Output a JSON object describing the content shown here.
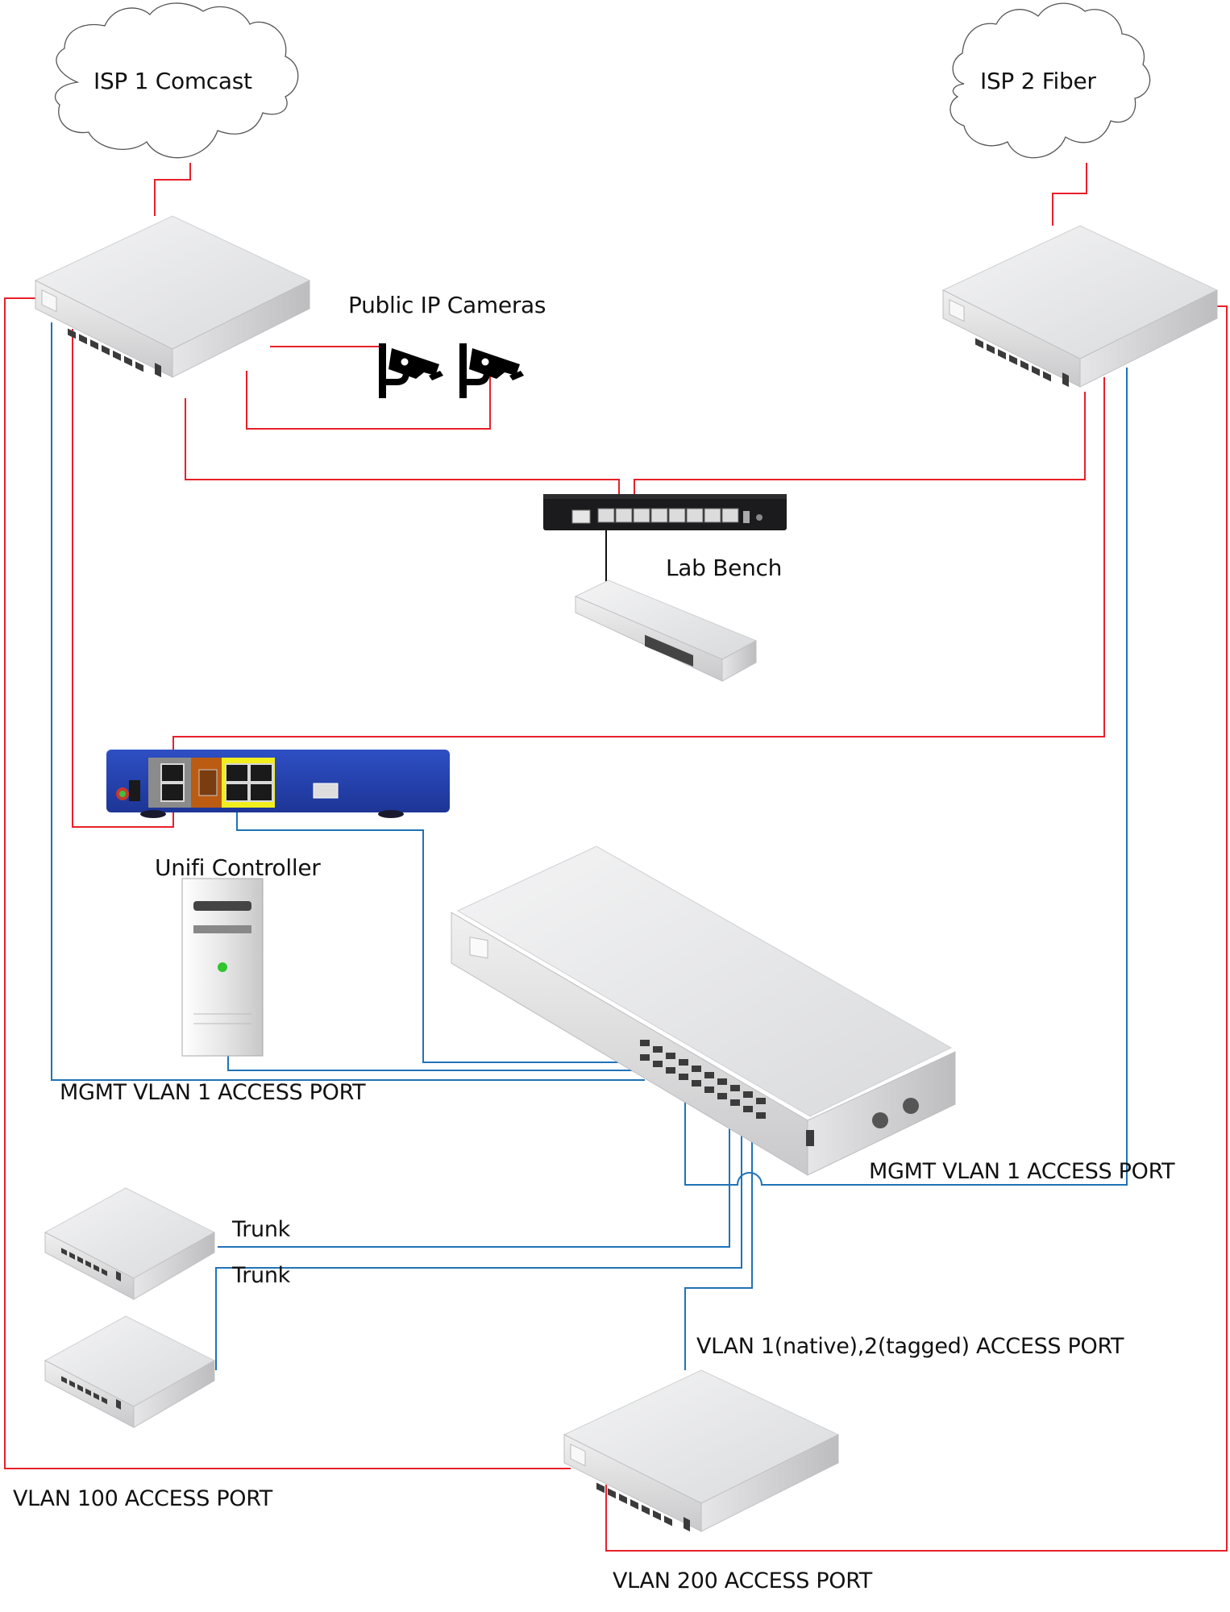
{
  "clouds": {
    "isp1": "ISP 1 Comcast",
    "isp2": "ISP 2 Fiber"
  },
  "labels": {
    "cameras": "Public IP Cameras",
    "lab_bench": "Lab Bench",
    "unifi_controller": "Unifi Controller",
    "mgmt_left": "MGMT VLAN 1 ACCESS PORT",
    "mgmt_right": "MGMT VLAN 1 ACCESS PORT",
    "trunk1": "Trunk",
    "trunk2": "Trunk",
    "vlan_native": "VLAN 1(native),2(tagged) ACCESS PORT",
    "vlan100": "VLAN 100 ACCESS PORT",
    "vlan200": "VLAN 200 ACCESS PORT"
  },
  "devices": [
    {
      "id": "router-isp1",
      "type": "edge-router"
    },
    {
      "id": "router-isp2",
      "type": "edge-router"
    },
    {
      "id": "camera-1",
      "type": "ip-camera"
    },
    {
      "id": "camera-2",
      "type": "ip-camera"
    },
    {
      "id": "lab-firewall",
      "type": "firewall-appliance"
    },
    {
      "id": "lab-switch",
      "type": "switch"
    },
    {
      "id": "core-router",
      "type": "router-appliance"
    },
    {
      "id": "unifi-controller",
      "type": "server-tower"
    },
    {
      "id": "core-switch",
      "type": "rack-switch-24-port"
    },
    {
      "id": "trunk-switch-1",
      "type": "switch"
    },
    {
      "id": "trunk-switch-2",
      "type": "switch"
    },
    {
      "id": "access-switch",
      "type": "edge-router"
    }
  ],
  "link_colors": {
    "wan": "#e8202a",
    "lan": "#1f73b7",
    "lab": "#111111"
  }
}
